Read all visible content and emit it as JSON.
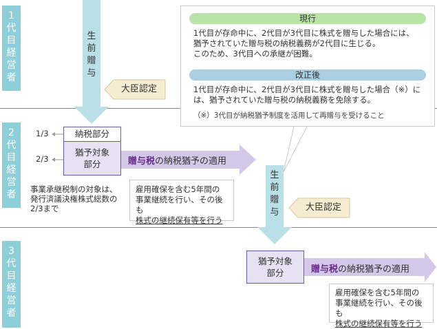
{
  "generations": [
    {
      "chars": [
        "1",
        "代",
        "目",
        "経",
        "営",
        "者"
      ]
    },
    {
      "chars": [
        "2",
        "代",
        "目",
        "経",
        "営",
        "者"
      ]
    },
    {
      "chars": [
        "3",
        "代",
        "目",
        "経",
        "営",
        "者"
      ]
    }
  ],
  "gift1": {
    "label_chars": [
      "生",
      "前",
      "贈",
      "与"
    ]
  },
  "gift2": {
    "label_chars": [
      "生",
      "前",
      "贈",
      "与"
    ]
  },
  "approval1": "大臣認定",
  "approval2": "大臣認定",
  "current": {
    "header": "現行",
    "lines": [
      "1代目が存命中に、2代目が3代目に株式を贈与した場合には、",
      "猶予されていた贈与税の納税義務が2代目に生じる。",
      "このため、3代目への承継が困難。"
    ]
  },
  "revised": {
    "header": "改正後",
    "lines": [
      "1代目が存命中に、2代目が3代目に株式を贈与した場合（※）に",
      "は、猶予されていた贈与税の納税義務を免除する。"
    ],
    "note": "（※）3代目が納税猶予制度を活用して再贈与を受けること"
  },
  "gen2": {
    "ratio_tax": "1/3",
    "ratio_defer": "2/3",
    "tax_part": "納税部分",
    "defer_part_1": "猶予対象",
    "defer_part_2": "部分",
    "apply_bold": "贈与税",
    "apply_rest": "の納税猶予の適用",
    "target_lines": [
      "事業承継税制の対象は、",
      "発行済議決権株式総数の",
      "2/3まで"
    ],
    "cond_lines": [
      "雇用確保を含む5年間の",
      "事業継続を行い、その後も",
      "株式の継続保有等を行う"
    ]
  },
  "gen3": {
    "defer_part_1": "猶予対象",
    "defer_part_2": "部分",
    "apply_bold": "贈与税",
    "apply_rest": "の納税猶予の適用",
    "cond_lines": [
      "雇用確保を含む5年間の",
      "事業継続を行い、その後も",
      "株式の継続保有等を行う"
    ]
  },
  "colors": {
    "teal": "#8dcfd8",
    "arrow": "#b9e0e6",
    "purple": "#6a5aa6",
    "purple_fill": "#e6e1f3",
    "apply_arrow": "#d4c8e8",
    "approval_fill": "#f5ecd2",
    "green_pill": "#b9e3a8",
    "blue_pill": "#a9cfe0"
  }
}
